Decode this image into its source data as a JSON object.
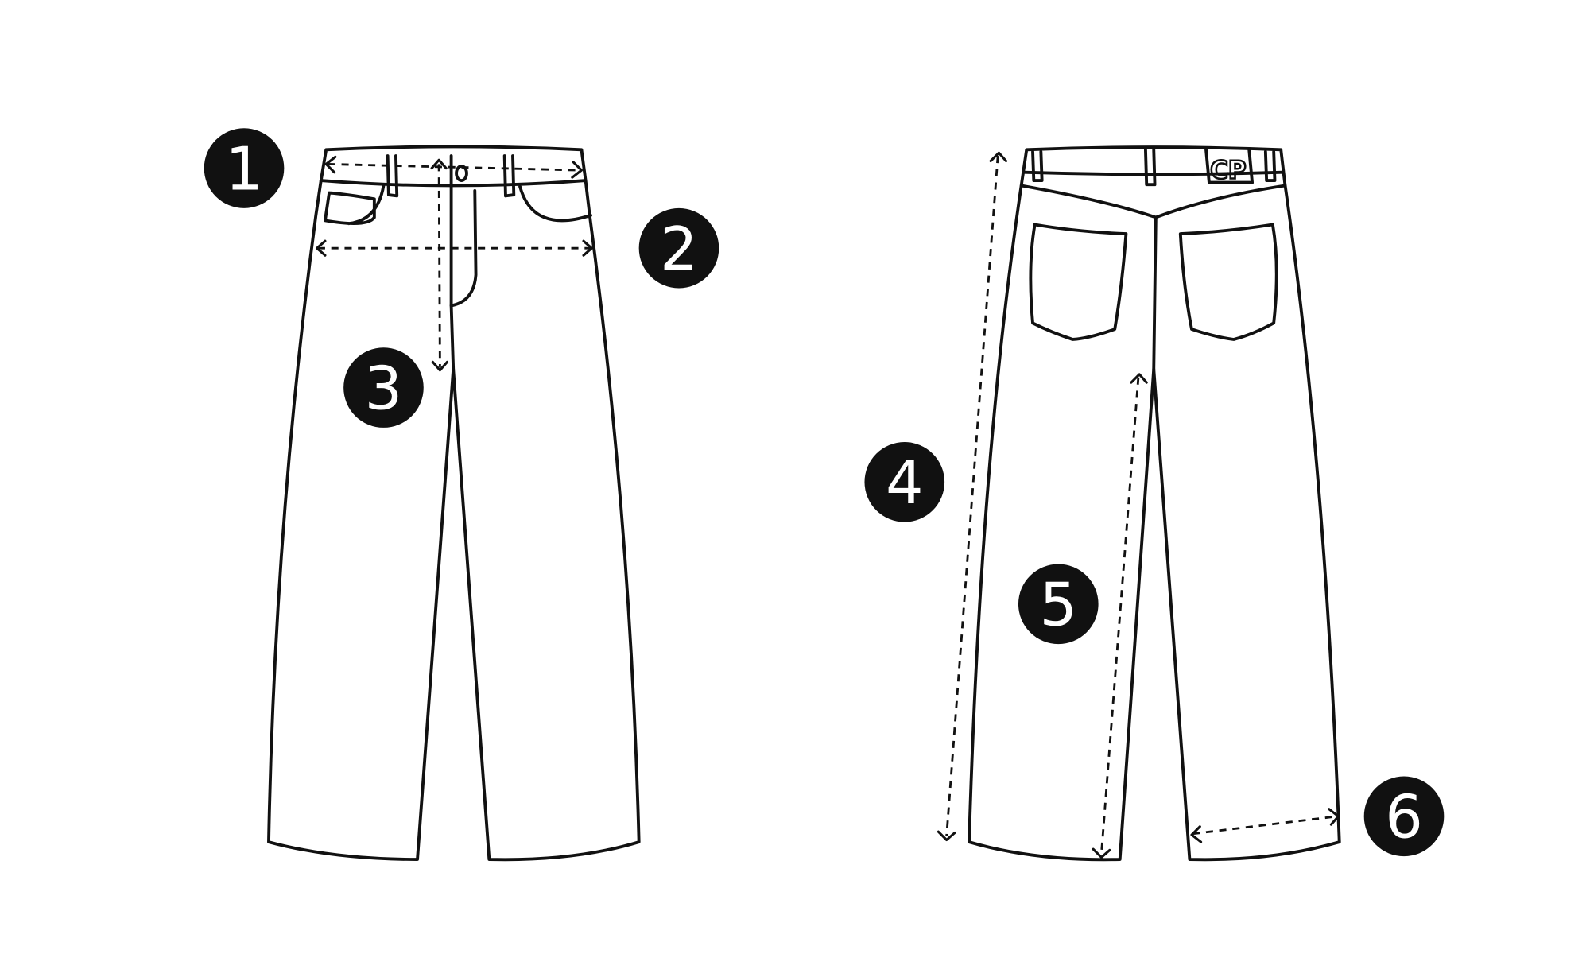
{
  "markers": [
    {
      "number": "1"
    },
    {
      "number": "2"
    },
    {
      "number": "3"
    },
    {
      "number": "4"
    },
    {
      "number": "5"
    },
    {
      "number": "6"
    }
  ],
  "colors": {
    "ink": "#111111",
    "badge_text": "#ffffff",
    "background": "#ffffff"
  }
}
